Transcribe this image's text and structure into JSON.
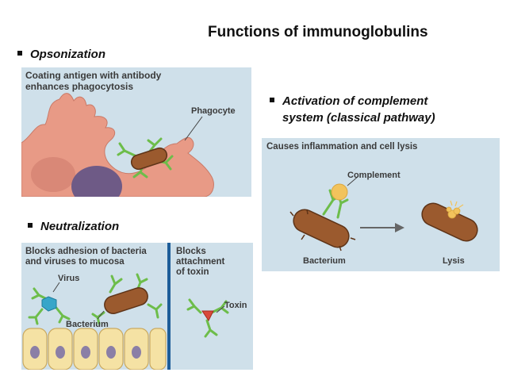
{
  "title": "Functions of immunoglobulins",
  "bullets": {
    "opsonization": "Opsonization",
    "activation_line1": "Activation of complement",
    "activation_line2": "system (classical pathway)",
    "neutralization": "Neutralization"
  },
  "opsonization_panel": {
    "caption_line1": "Coating antigen with antibody",
    "caption_line2": "enhances phagocytosis",
    "phagocyte_label": "Phagocyte"
  },
  "complement_panel": {
    "caption": "Causes inflammation and cell lysis",
    "complement_label": "Complement",
    "bacterium_label": "Bacterium",
    "lysis_label": "Lysis"
  },
  "neutralization_panel": {
    "left_caption_line1": "Blocks adhesion of bacteria",
    "left_caption_line2": "and viruses to mucosa",
    "virus_label": "Virus",
    "bacterium_label": "Bacterium",
    "right_caption_line1": "Blocks",
    "right_caption_line2": "attachment",
    "right_caption_line3": "of toxin",
    "toxin_label": "Toxin"
  },
  "colors": {
    "panel_bg": "#cfe0ea",
    "phagocyte": "#e89a86",
    "bacterium": "#9b5a2e",
    "antibody": "#6dbd4a",
    "complement": "#f2c35c",
    "virus": "#37a6c9",
    "toxin": "#d9493a",
    "mucosa_cell": "#f5e2a4",
    "nucleus": "#8b7fa6",
    "divider": "#1d5d99"
  }
}
